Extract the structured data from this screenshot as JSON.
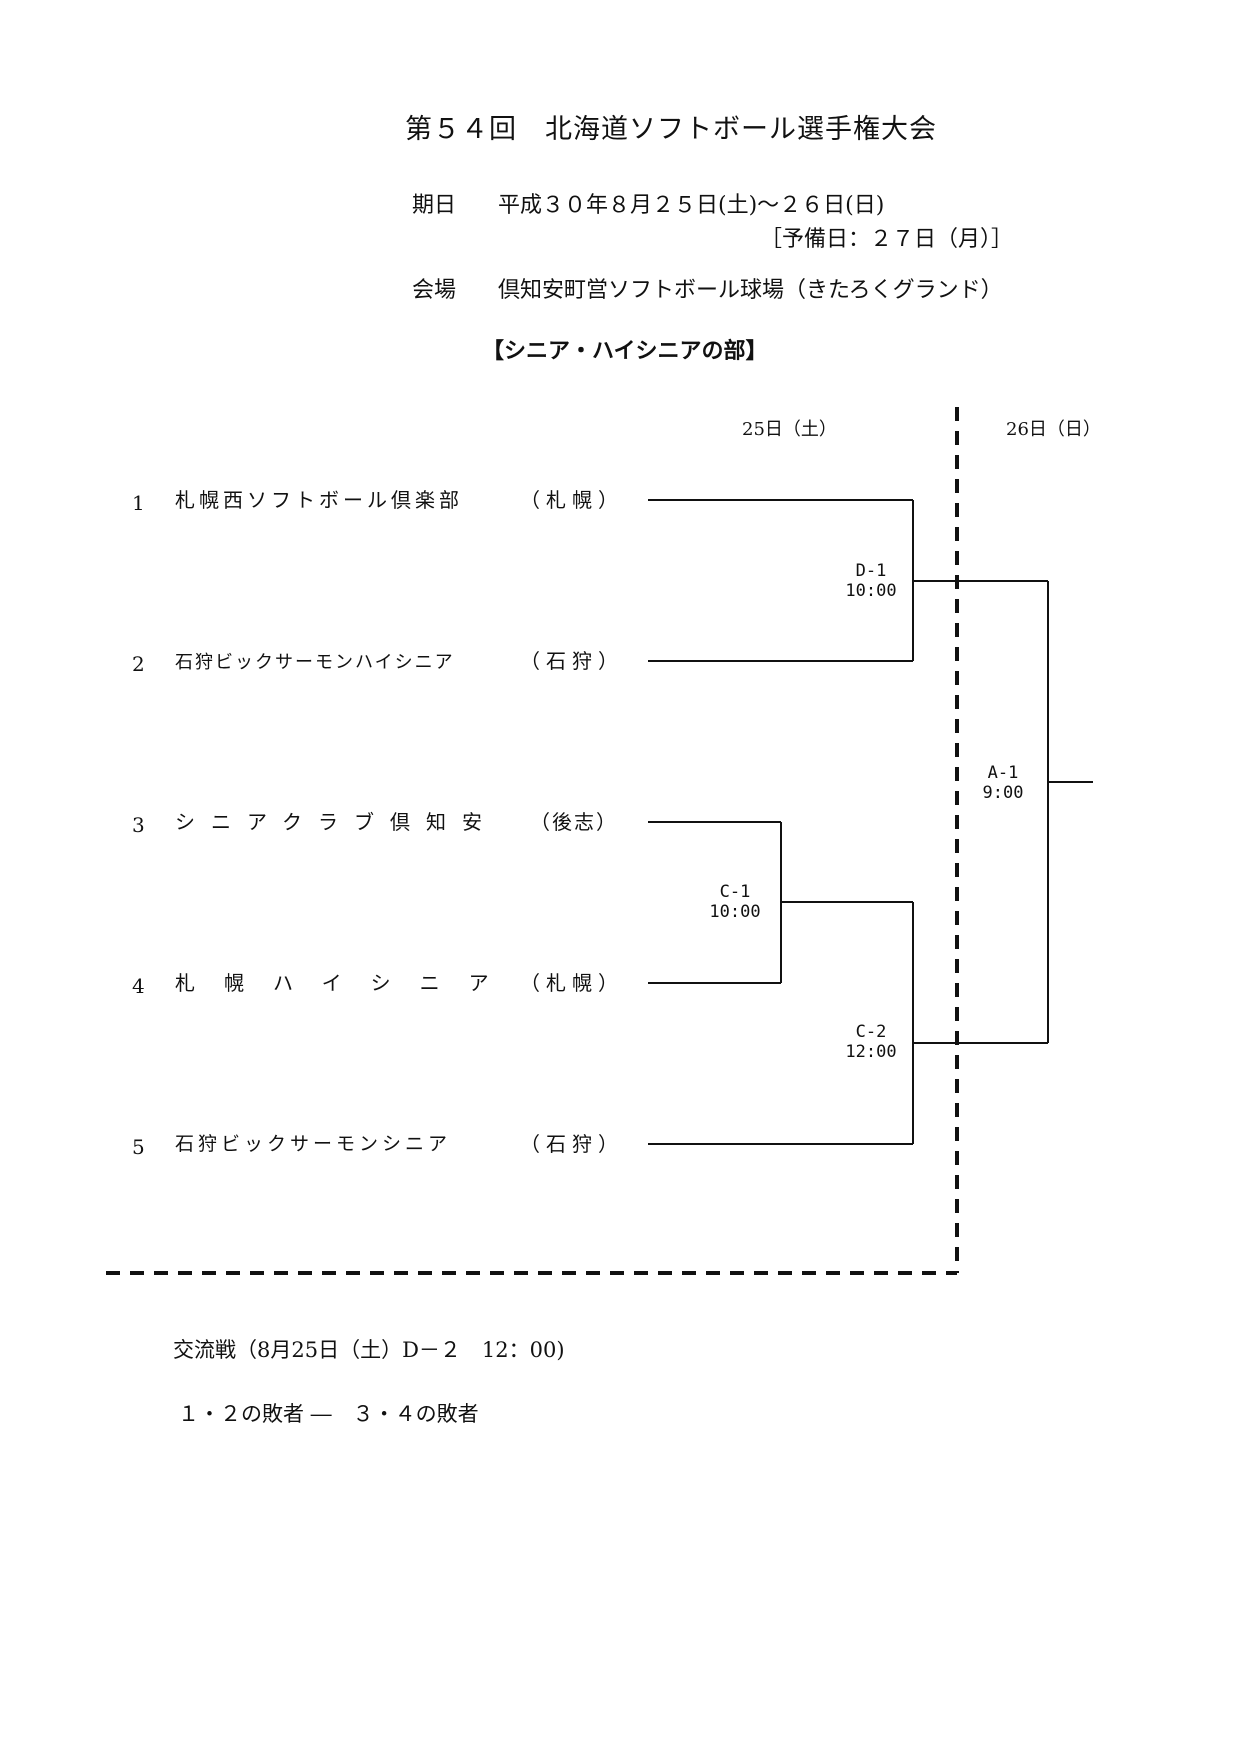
{
  "title": "第５４回　北海道ソフトボール選手権大会",
  "schedule": {
    "date_label": "期日",
    "date_value": "平成３０年８月２５日(土)～２６日(日)",
    "reserve": "［予備日：２７日（月）］",
    "venue_label": "会場",
    "venue_value": "倶知安町営ソフトボール球場（きたろくグランド）"
  },
  "section_title": "【シニア・ハイシニアの部】",
  "day_headers": [
    "25日（土）",
    "26日（日）"
  ],
  "teams": [
    {
      "number": "1",
      "name": "札幌西ソフトボール倶楽部",
      "region": "（札幌）"
    },
    {
      "number": "2",
      "name": "石狩ビックサーモンハイシニア",
      "region": "（石狩）"
    },
    {
      "number": "3",
      "name": "シニアクラブ倶知安",
      "region": "（後志）"
    },
    {
      "number": "4",
      "name": "札幌ハイシニア",
      "region": "（札幌）"
    },
    {
      "number": "5",
      "name": "石狩ビックサーモンシニア",
      "region": "（石狩）"
    }
  ],
  "matches": [
    {
      "code": "D-1",
      "time": "10:00"
    },
    {
      "code": "C-1",
      "time": "10:00"
    },
    {
      "code": "C-2",
      "time": "12:00"
    },
    {
      "code": "A-1",
      "time": "9:00"
    }
  ],
  "footer": {
    "exchange": "交流戦（8月25日（土）D－２　12：00)",
    "losers": "１・２の敗者 ―　３・４の敗者"
  }
}
